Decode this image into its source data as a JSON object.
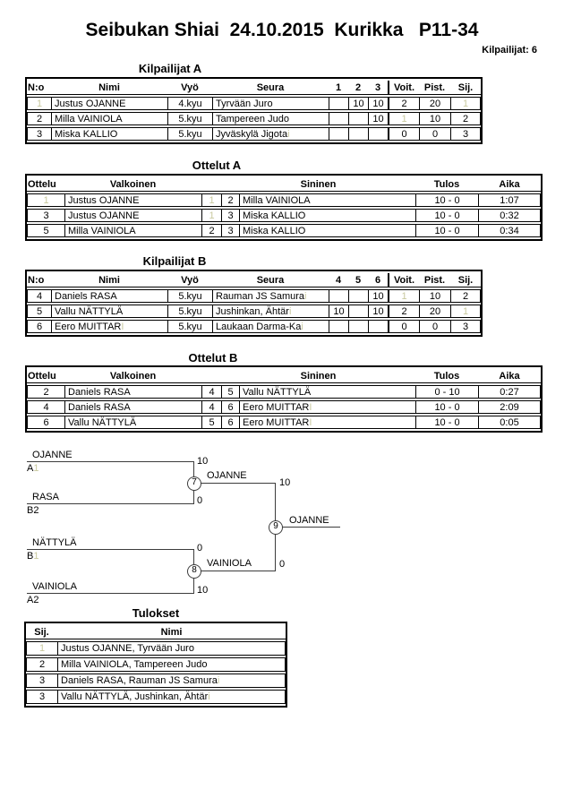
{
  "colors": {
    "text": "#000000",
    "table_border": "#000000",
    "faint_glyph": "#c9c99f",
    "bracket_line": "#3c3c3c"
  },
  "header": {
    "title": "Seibukan Shiai  24.10.2015  Kurikka   P11-34",
    "participants_count": "Kilpailijat: 6"
  },
  "kilpailijat_a": {
    "title": "Kilpailijat A",
    "col_headers": {
      "no": "N:o",
      "nimi": "Nimi",
      "vyo": "Vyö",
      "seura": "Seura",
      "m1": "1",
      "m2": "2",
      "m3": "3",
      "voit": "Voit.",
      "pist": "Pist.",
      "sij": "Sij."
    },
    "rows": [
      {
        "no": "1",
        "nimi": "Justus OJANNE",
        "vyo": "4.kyu",
        "seura": "Tyrvään Juro",
        "m1": "",
        "m2": "10",
        "m3": "10",
        "voit": "2",
        "pist": "20",
        "sij": "1"
      },
      {
        "no": "2",
        "nimi": "Milla VAINIOLA",
        "vyo": "5.kyu",
        "seura": "Tampereen Judo",
        "m1": "",
        "m2": "",
        "m3": "10",
        "voit": "1",
        "pist": "10",
        "sij": "2"
      },
      {
        "no": "3",
        "nimi": "Miska KALLIO",
        "vyo": "5.kyu",
        "seura": "Jyväskylä Jigotai",
        "m1": "",
        "m2": "",
        "m3": "",
        "voit": "0",
        "pist": "0",
        "sij": "3"
      }
    ]
  },
  "ottelut_a": {
    "title": "Ottelut A",
    "col_headers": {
      "ottelu": "Ottelu",
      "valkoinen": "Valkoinen",
      "sininen": "Sininen",
      "tulos": "Tulos",
      "aika": "Aika"
    },
    "rows": [
      {
        "no": "1",
        "white": "Justus OJANNE",
        "wno": "1",
        "bno": "2",
        "blue": "Milla VAINIOLA",
        "tulos": "10 - 0",
        "aika": "1:07"
      },
      {
        "no": "3",
        "white": "Justus OJANNE",
        "wno": "1",
        "bno": "3",
        "blue": "Miska KALLIO",
        "tulos": "10 - 0",
        "aika": "0:32"
      },
      {
        "no": "5",
        "white": "Milla VAINIOLA",
        "wno": "2",
        "bno": "3",
        "blue": "Miska KALLIO",
        "tulos": "10 - 0",
        "aika": "0:34"
      }
    ]
  },
  "kilpailijat_b": {
    "title": "Kilpailijat B",
    "col_headers": {
      "no": "N:o",
      "nimi": "Nimi",
      "vyo": "Vyö",
      "seura": "Seura",
      "m1": "4",
      "m2": "5",
      "m3": "6",
      "voit": "Voit.",
      "pist": "Pist.",
      "sij": "Sij."
    },
    "rows": [
      {
        "no": "4",
        "nimi": "Daniels RASA",
        "vyo": "5.kyu",
        "seura": "Rauman JS Samurai",
        "m1": "",
        "m2": "",
        "m3": "10",
        "voit": "1",
        "pist": "10",
        "sij": "2"
      },
      {
        "no": "5",
        "nimi": "Vallu NÄTTYLÄ",
        "vyo": "5.kyu",
        "seura": "Jushinkan, Ähtäri",
        "m1": "10",
        "m2": "",
        "m3": "10",
        "voit": "2",
        "pist": "20",
        "sij": "1"
      },
      {
        "no": "6",
        "nimi": "Eero MUITTARI",
        "vyo": "5.kyu",
        "seura": "Laukaan Darma-Kai",
        "m1": "",
        "m2": "",
        "m3": "",
        "voit": "0",
        "pist": "0",
        "sij": "3"
      }
    ]
  },
  "ottelut_b": {
    "title": "Ottelut B",
    "col_headers": {
      "ottelu": "Ottelu",
      "valkoinen": "Valkoinen",
      "sininen": "Sininen",
      "tulos": "Tulos",
      "aika": "Aika"
    },
    "rows": [
      {
        "no": "2",
        "white": "Daniels RASA",
        "wno": "4",
        "bno": "5",
        "blue": "Vallu NÄTTYLÄ",
        "tulos": "0 - 10",
        "aika": "0:27"
      },
      {
        "no": "4",
        "white": "Daniels RASA",
        "wno": "4",
        "bno": "6",
        "blue": "Eero MUITTARI",
        "tulos": "10 - 0",
        "aika": "2:09"
      },
      {
        "no": "6",
        "white": "Vallu NÄTTYLÄ",
        "wno": "5",
        "bno": "6",
        "blue": "Eero MUITTARI",
        "tulos": "10 - 0",
        "aika": "0:05"
      }
    ]
  },
  "bracket": {
    "players": [
      {
        "name": "OJANNE",
        "seed": "A1",
        "score": "10"
      },
      {
        "name": "RASA",
        "seed": "B2",
        "score": "0"
      },
      {
        "name": "NÄTTYLÄ",
        "seed": "B1",
        "score": "0"
      },
      {
        "name": "VAINIOLA",
        "seed": "A2",
        "score": "10"
      }
    ],
    "semifinal_1": {
      "match_no": "7",
      "winner": "OJANNE",
      "score": "10"
    },
    "semifinal_2": {
      "match_no": "8",
      "winner": "VAINIOLA",
      "score": "0"
    },
    "final": {
      "match_no": "9",
      "winner": "OJANNE"
    }
  },
  "tulokset": {
    "title": "Tulokset",
    "col_headers": {
      "sij": "Sij.",
      "nimi": "Nimi"
    },
    "rows": [
      {
        "sij": "1",
        "nimi": "Justus OJANNE, Tyrvään Juro"
      },
      {
        "sij": "2",
        "nimi": "Milla VAINIOLA, Tampereen Judo"
      },
      {
        "sij": "3",
        "nimi": "Daniels RASA, Rauman JS Samurai"
      },
      {
        "sij": "3",
        "nimi": "Vallu NÄTTYLÄ, Jushinkan, Ähtäri"
      }
    ]
  }
}
